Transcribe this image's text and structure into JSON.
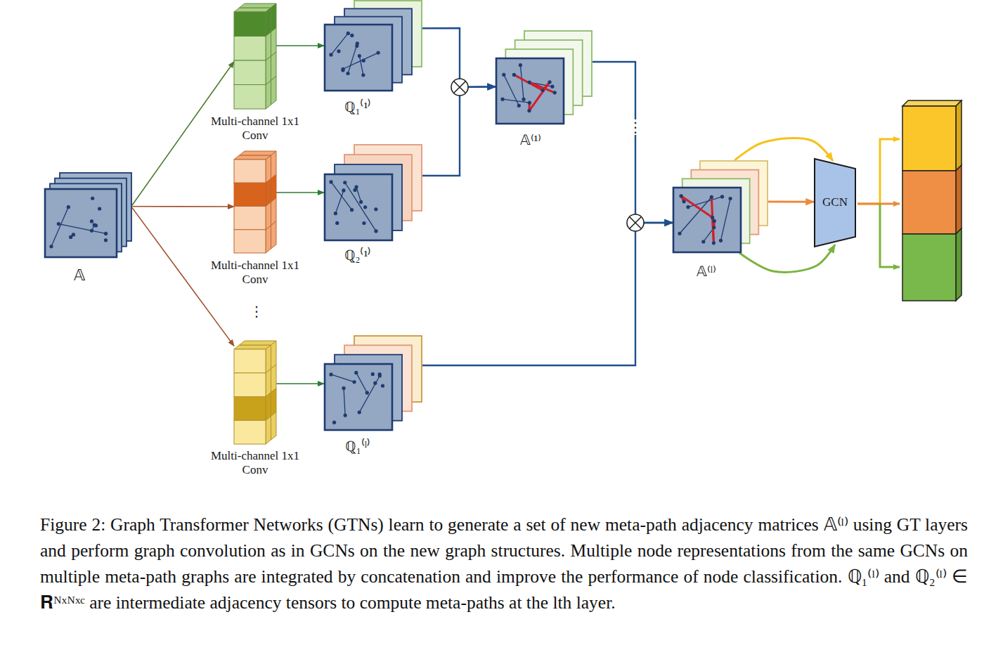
{
  "diagram": {
    "caption": "Figure 2: Graph Transformer Networks (GTNs) learn to generate a set of new meta-path adjacency matrices 𝔸⁽ˡ⁾ using GT layers and perform graph convolution as in GCNs on the new graph structures. Multiple node representations from the same GCNs on multiple meta-path graphs are integrated by concatenation and improve the performance of node classification. ℚ₁⁽ˡ⁾ and ℚ₂⁽ˡ⁾ ∈ 𝐑ᴺˣᴺˣᶜ are intermediate adjacency tensors to compute meta-paths at the lth layer.",
    "nodes": [
      {
        "text": [
          "𝔸"
        ]
      },
      {
        "text": [
          "Multi-channel 1x1 Conv"
        ]
      },
      {
        "text": [
          "ℚ₁⁽¹⁾"
        ]
      },
      {
        "text": [
          "Multi-channel 1x1 Conv"
        ]
      },
      {
        "text": [
          "ℚ₂⁽¹⁾"
        ]
      },
      {
        "text": [
          "Multi-channel 1x1 Conv"
        ]
      },
      {
        "text": [
          "ℚ₁⁽ˡ⁾"
        ]
      },
      {
        "text": [
          "𝔸⁽¹⁾"
        ]
      },
      {
        "text": [
          "𝔸⁽ˡ⁾"
        ]
      },
      {
        "text": [
          "GCN"
        ]
      }
    ],
    "edges": [
      {
        "from": 0,
        "to": 1,
        "arrow": "to"
      },
      {
        "from": 0,
        "to": 3,
        "arrow": "to"
      },
      {
        "from": 0,
        "to": 5,
        "arrow": "to"
      },
      {
        "from": 1,
        "to": 2,
        "arrow": "to"
      },
      {
        "from": 3,
        "to": 4,
        "arrow": "to"
      },
      {
        "from": 5,
        "to": 6,
        "arrow": "to"
      },
      {
        "from": 2,
        "to": 7,
        "arrow": "to"
      },
      {
        "from": 4,
        "to": 7,
        "arrow": "to"
      },
      {
        "from": 7,
        "to": 8,
        "arrow": "to"
      },
      {
        "from": 6,
        "to": 8,
        "arrow": "to"
      },
      {
        "from": 8,
        "to": 9,
        "arrow": "to"
      },
      {
        "from": 8,
        "to": 9,
        "arrow": "to"
      },
      {
        "from": 8,
        "to": 9,
        "arrow": "to"
      }
    ],
    "labels": [
      "⋮",
      "⋮"
    ]
  }
}
